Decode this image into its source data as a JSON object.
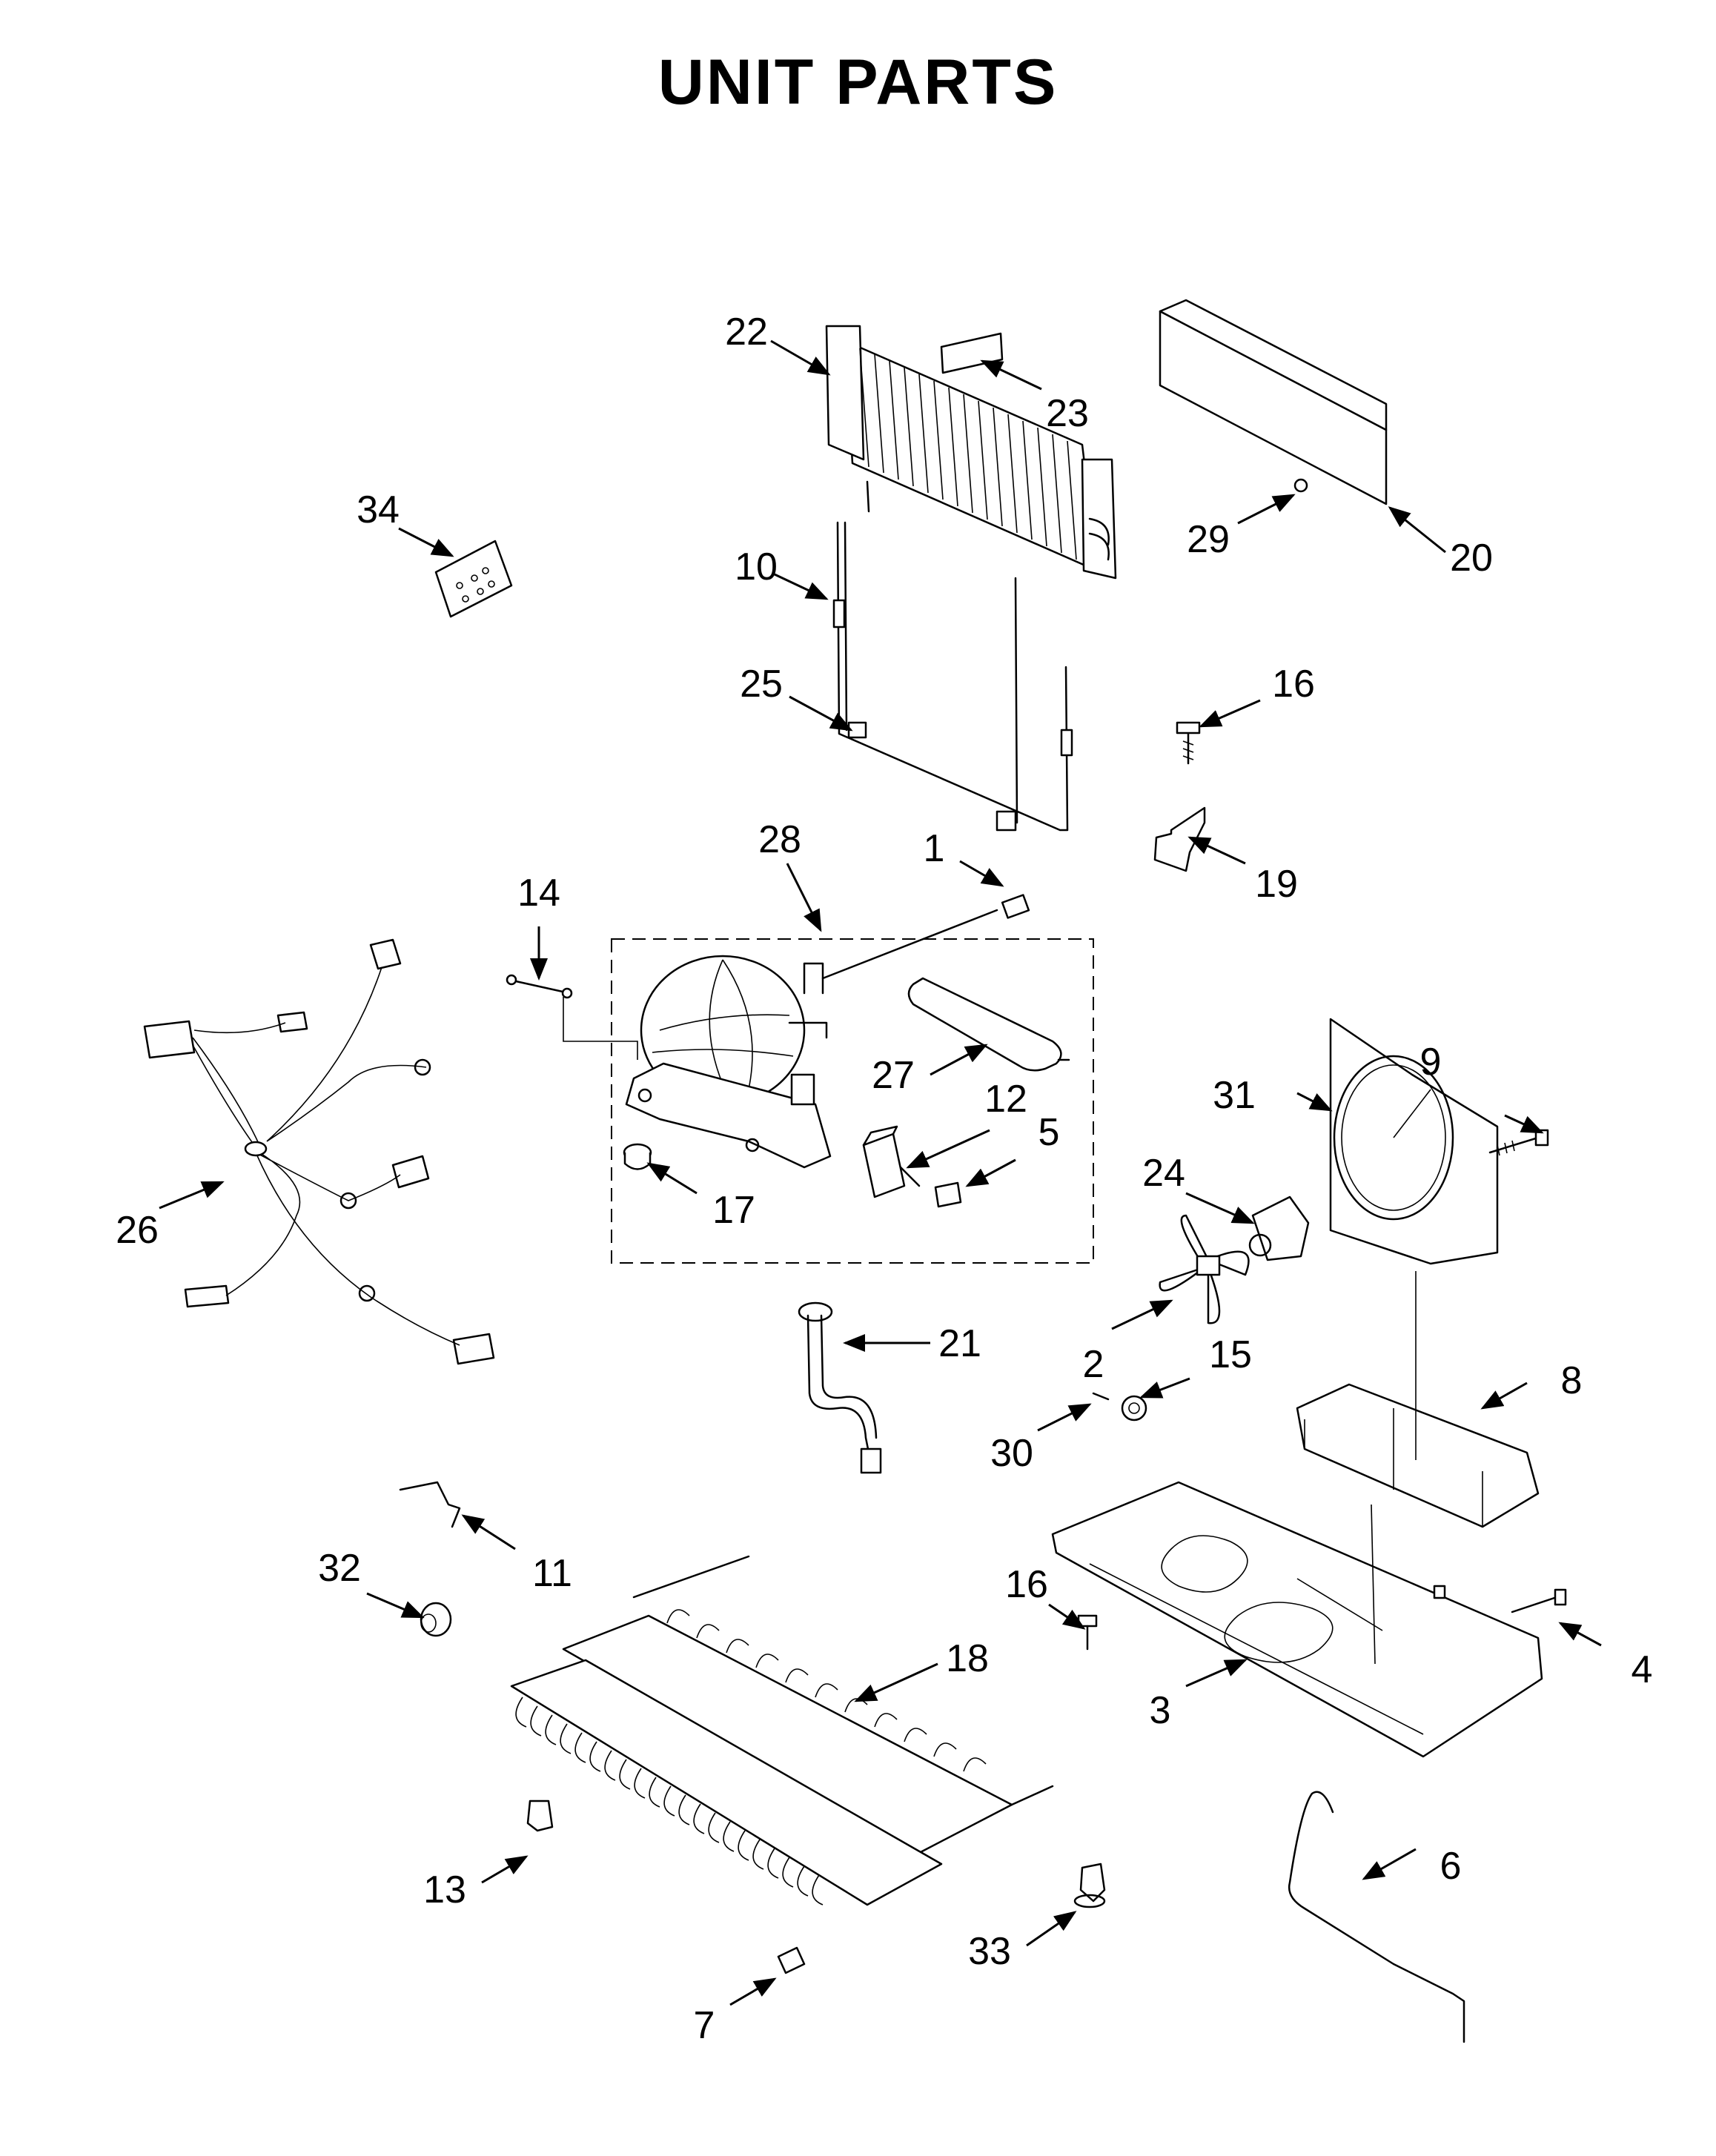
{
  "title": "UNIT PARTS",
  "callouts": [
    {
      "key": "1",
      "label": "1"
    },
    {
      "key": "2",
      "label": "2"
    },
    {
      "key": "3",
      "label": "3"
    },
    {
      "key": "4",
      "label": "4"
    },
    {
      "key": "5",
      "label": "5"
    },
    {
      "key": "6",
      "label": "6"
    },
    {
      "key": "7",
      "label": "7"
    },
    {
      "key": "8",
      "label": "8"
    },
    {
      "key": "9",
      "label": "9"
    },
    {
      "key": "10",
      "label": "10"
    },
    {
      "key": "11",
      "label": "11"
    },
    {
      "key": "12",
      "label": "12"
    },
    {
      "key": "13",
      "label": "13"
    },
    {
      "key": "14",
      "label": "14"
    },
    {
      "key": "15",
      "label": "15"
    },
    {
      "key": "16a",
      "label": "16"
    },
    {
      "key": "16b",
      "label": "16"
    },
    {
      "key": "17",
      "label": "17"
    },
    {
      "key": "18",
      "label": "18"
    },
    {
      "key": "19",
      "label": "19"
    },
    {
      "key": "20",
      "label": "20"
    },
    {
      "key": "21",
      "label": "21"
    },
    {
      "key": "22",
      "label": "22"
    },
    {
      "key": "23",
      "label": "23"
    },
    {
      "key": "24",
      "label": "24"
    },
    {
      "key": "25",
      "label": "25"
    },
    {
      "key": "26",
      "label": "26"
    },
    {
      "key": "27",
      "label": "27"
    },
    {
      "key": "28",
      "label": "28"
    },
    {
      "key": "29",
      "label": "29"
    },
    {
      "key": "30",
      "label": "30"
    },
    {
      "key": "31",
      "label": "31"
    },
    {
      "key": "32",
      "label": "32"
    },
    {
      "key": "33",
      "label": "33"
    },
    {
      "key": "34",
      "label": "34"
    }
  ]
}
